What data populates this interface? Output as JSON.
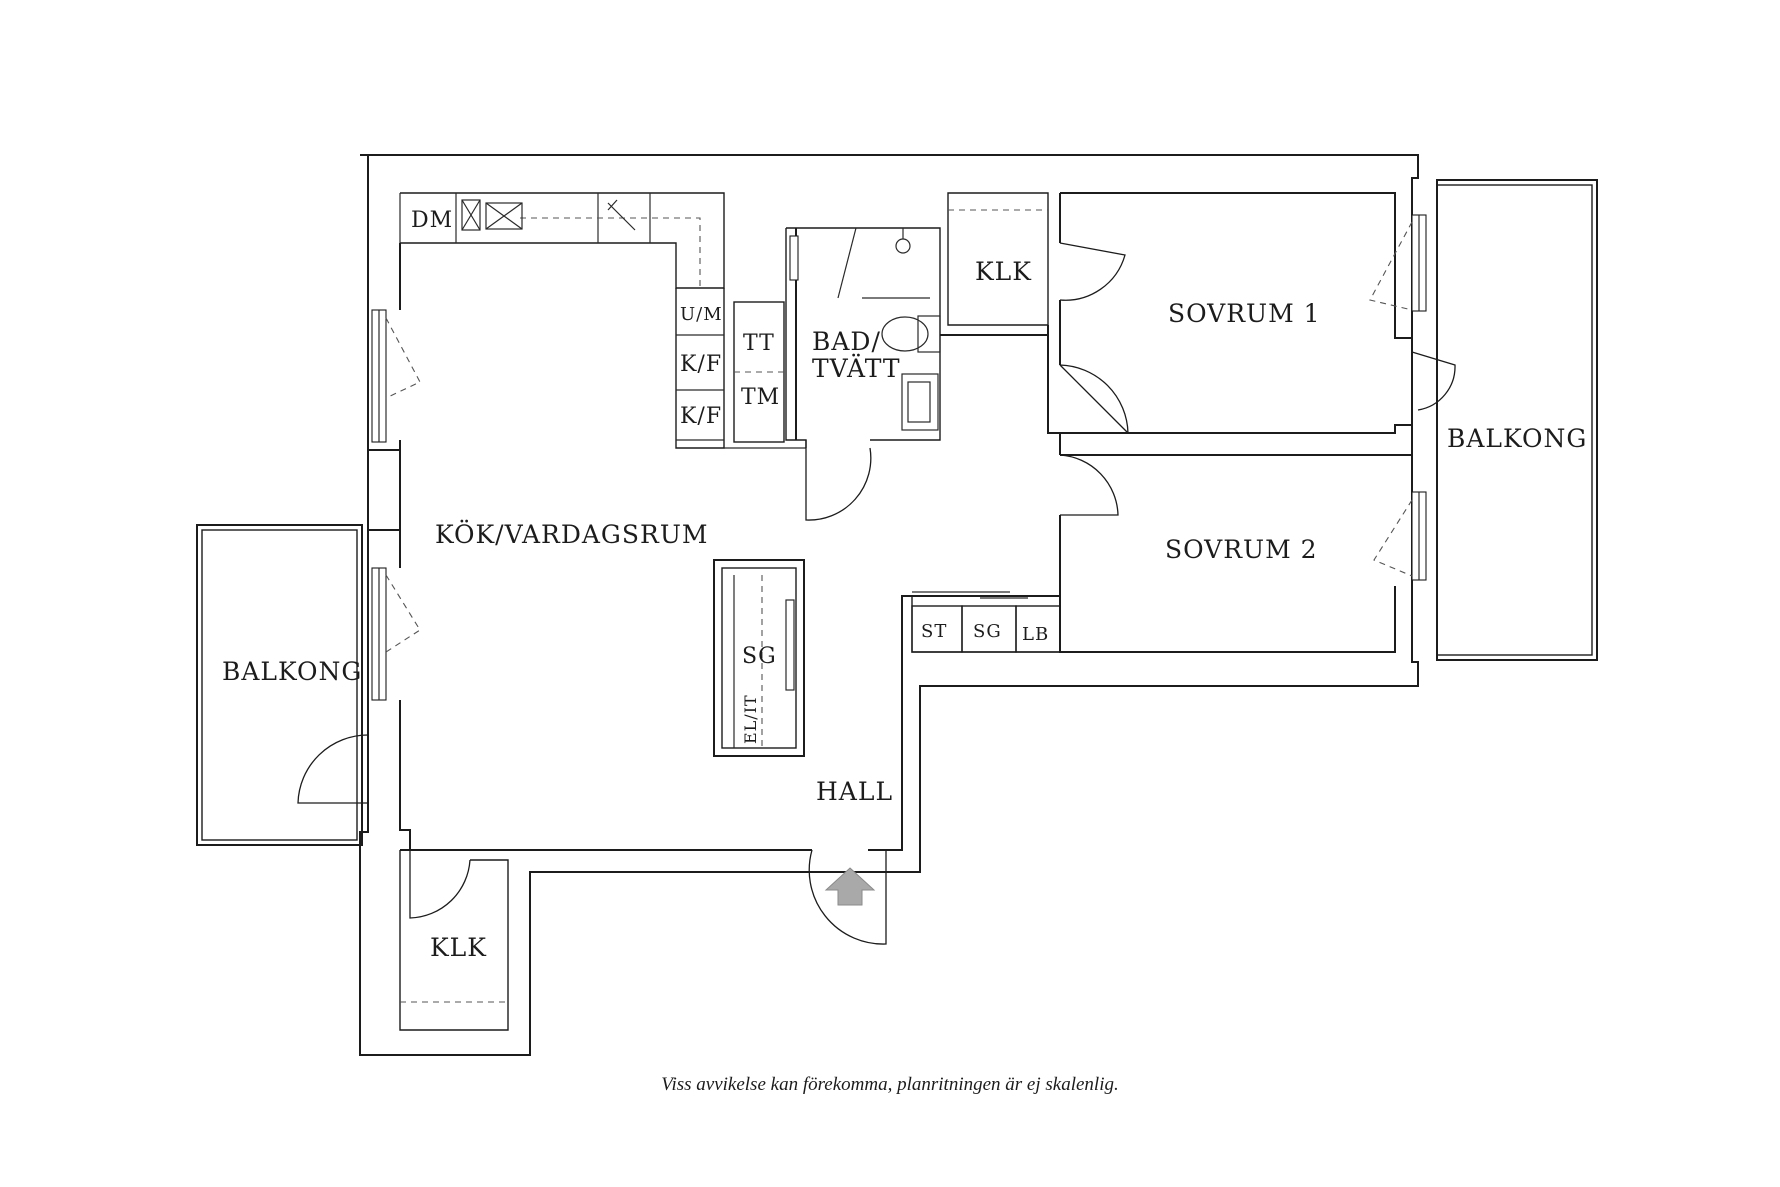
{
  "rooms": {
    "kitchen_living": "KÖK/VARDAGSRUM",
    "hall": "HALL",
    "bath": [
      "BAD/",
      "TVÄTT"
    ],
    "closet_top": "KLK",
    "closet_bottom": "KLK",
    "bedroom1": "SOVRUM 1",
    "bedroom2": "SOVRUM 2",
    "balcony_left": "BALKONG",
    "balcony_right": "BALKONG"
  },
  "fixtures": {
    "dm": "DM",
    "um": "U/M",
    "kf1": "K/F",
    "kf2": "K/F",
    "tt": "TT",
    "tm": "TM",
    "sg_hall": "SG",
    "elit": "EL/IT",
    "st": "ST",
    "sg_small": "SG",
    "lb": "LB"
  },
  "footer_note": "Viss avvikelse kan förekomma, planritningen är ej skalenlig.",
  "icons": {
    "entrance": "entrance-arrow-icon"
  },
  "colors": {
    "wall": "#1c1c1c",
    "entrance_arrow": "#a9a9a9",
    "background": "#ffffff"
  }
}
